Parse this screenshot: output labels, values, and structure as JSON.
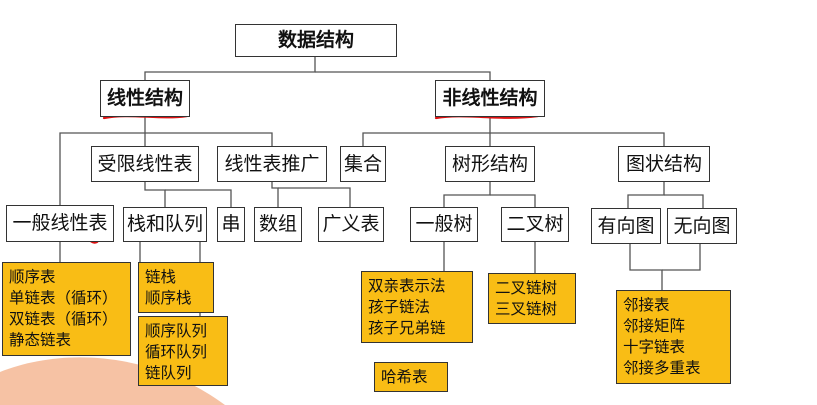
{
  "colors": {
    "leaf_fill": "#f9bd15",
    "border": "#333333",
    "line": "#555555",
    "underline": "#dd1111",
    "corner_blob": "#f3ad86"
  },
  "root": "数据结构",
  "level1": {
    "linear": "线性结构",
    "nonlinear": "非线性结构"
  },
  "level2": {
    "restricted": "受限线性表",
    "generalized": "线性表推广",
    "set": "集合",
    "tree": "树形结构",
    "graph": "图状结构"
  },
  "level3": {
    "general_list": "一般线性表",
    "stack_queue": "栈和队列",
    "string": "串",
    "array": "数组",
    "glist": "广义表",
    "general_tree": "一般树",
    "binary_tree": "二叉树",
    "directed": "有向图",
    "undirected": "无向图"
  },
  "leaves": {
    "list_impl": [
      "顺序表",
      "单链表（循环）",
      "双链表（循环）",
      "静态链表"
    ],
    "stack_impl": [
      "链栈",
      "顺序栈"
    ],
    "queue_impl": [
      "顺序队列",
      "循环队列",
      "链队列"
    ],
    "tree_repr": [
      "双亲表示法",
      "孩子链法",
      "孩子兄弟链"
    ],
    "hash": [
      "哈希表"
    ],
    "binary_impl": [
      "二叉链树",
      "三叉链树"
    ],
    "graph_repr": [
      "邻接表",
      "邻接矩阵",
      "十字链表",
      "邻接多重表"
    ]
  }
}
